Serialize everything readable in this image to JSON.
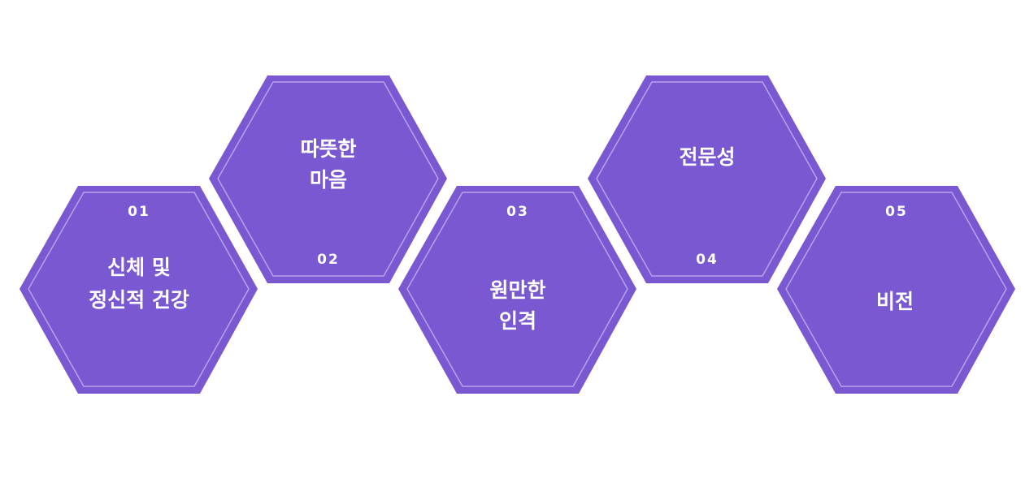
{
  "colors": {
    "hex_fill": "#7a58d1",
    "hex_inner_line": "#b6a3ee",
    "text": "#ffffff",
    "background": "#ffffff"
  },
  "items": [
    {
      "number": "01",
      "label_lines": [
        "신체 및",
        "정신적 건강"
      ]
    },
    {
      "number": "02",
      "label_lines": [
        "따뜻한",
        "마음"
      ]
    },
    {
      "number": "03",
      "label_lines": [
        "원만한",
        "인격"
      ]
    },
    {
      "number": "04",
      "label_lines": [
        "전문성"
      ]
    },
    {
      "number": "05",
      "label_lines": [
        "비전"
      ]
    }
  ]
}
